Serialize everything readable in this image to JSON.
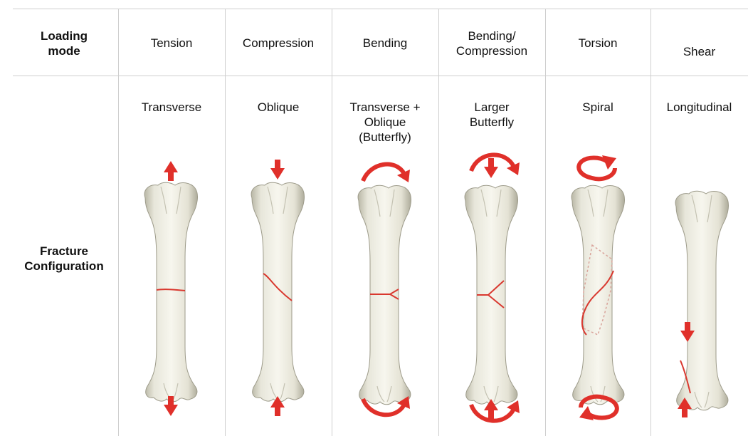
{
  "header": {
    "row_label": "Loading\nmode",
    "columns": [
      {
        "label": "Tension"
      },
      {
        "label": "Compression"
      },
      {
        "label": "Bending"
      },
      {
        "label": "Bending/\nCompression"
      },
      {
        "label": "Torsion"
      },
      {
        "label": "Shear"
      }
    ]
  },
  "fracture_row": {
    "row_label": "Fracture\nConfiguration",
    "configurations": [
      {
        "label": "Transverse",
        "arrow": "pull-apart"
      },
      {
        "label": "Oblique",
        "arrow": "push-together"
      },
      {
        "label": "Transverse +\nOblique\n(Butterfly)",
        "arrow": "bend"
      },
      {
        "label": "Larger\nButterfly",
        "arrow": "bend-compress"
      },
      {
        "label": "Spiral",
        "arrow": "twist"
      },
      {
        "label": "Longitudinal",
        "arrow": "shear"
      }
    ]
  },
  "colors": {
    "arrow": "#e0302a",
    "fracture_line": "#d9382f",
    "bone_fill": "#f1f0e6",
    "bone_shade": "#c9c7b8",
    "grid": "#cfcfcf"
  }
}
